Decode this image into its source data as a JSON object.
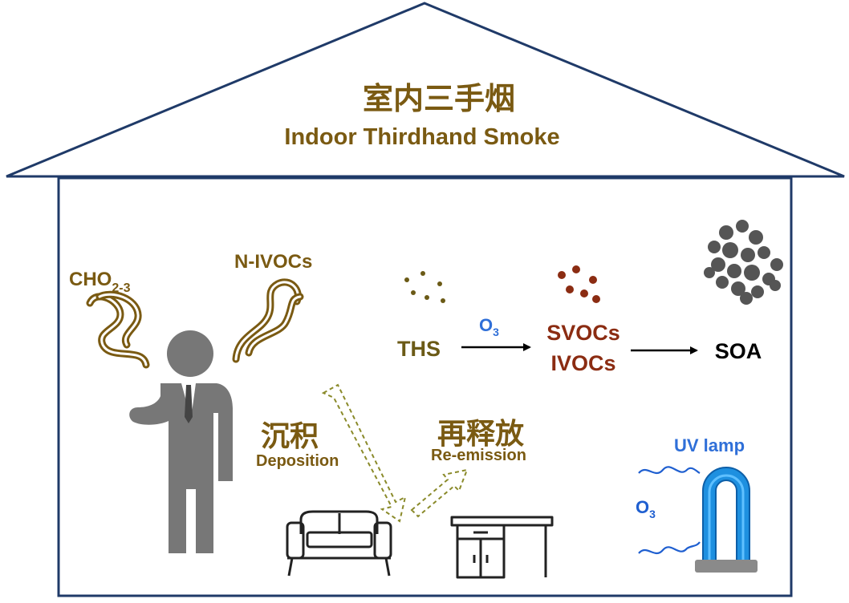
{
  "title": {
    "cn": "室内三手烟",
    "en": "Indoor Thirdhand Smoke"
  },
  "sources": {
    "cho": {
      "main": "CHO",
      "sub": "2-3"
    },
    "nivocs": "N-IVOCs"
  },
  "reaction": {
    "ths": "THS",
    "oxidant": {
      "main": "O",
      "sub": "3"
    },
    "svocs": "SVOCs",
    "ivocs": "IVOCs",
    "soa": "SOA"
  },
  "deposition": {
    "cn": "沉积",
    "en": "Deposition"
  },
  "reemission": {
    "cn": "再释放",
    "en": "Re-emission"
  },
  "uv": {
    "label": "UV lamp",
    "ozone": {
      "main": "O",
      "sub": "3"
    }
  },
  "icons": [
    "house-outline",
    "person-icon",
    "smoke-plume-icon",
    "particle-cluster-icon",
    "sofa-icon",
    "desk-icon",
    "uv-lamp-icon"
  ],
  "colors": {
    "outline": "#1f3a68",
    "gold": "#7a5a12",
    "brown": "#8b2c12",
    "olive": "#6b5a16",
    "person": "#777777",
    "lamp_blue": "#1e90e0",
    "uv_label": "#2f6fd8",
    "particle_gray": "#555555"
  }
}
